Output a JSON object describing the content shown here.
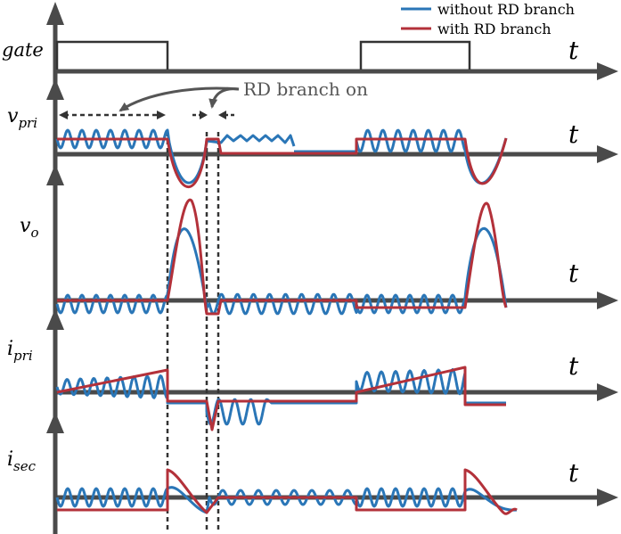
{
  "legend": {
    "without": "without RD branch",
    "with": "with RD branch"
  },
  "colors": {
    "without": "#2a76b7",
    "with": "#b3313a",
    "axis": "#4a4a4a",
    "gate": "#333333",
    "annotation": "#555555"
  },
  "annotation": "RD branch on",
  "axis_label": "t",
  "signals": {
    "gate": "gate",
    "vpri": {
      "base": "v",
      "sub": "pri"
    },
    "vo": {
      "base": "v",
      "sub": "o"
    },
    "ipri": {
      "base": "i",
      "sub": "pri"
    },
    "isec": {
      "base": "i",
      "sub": "sec"
    }
  }
}
